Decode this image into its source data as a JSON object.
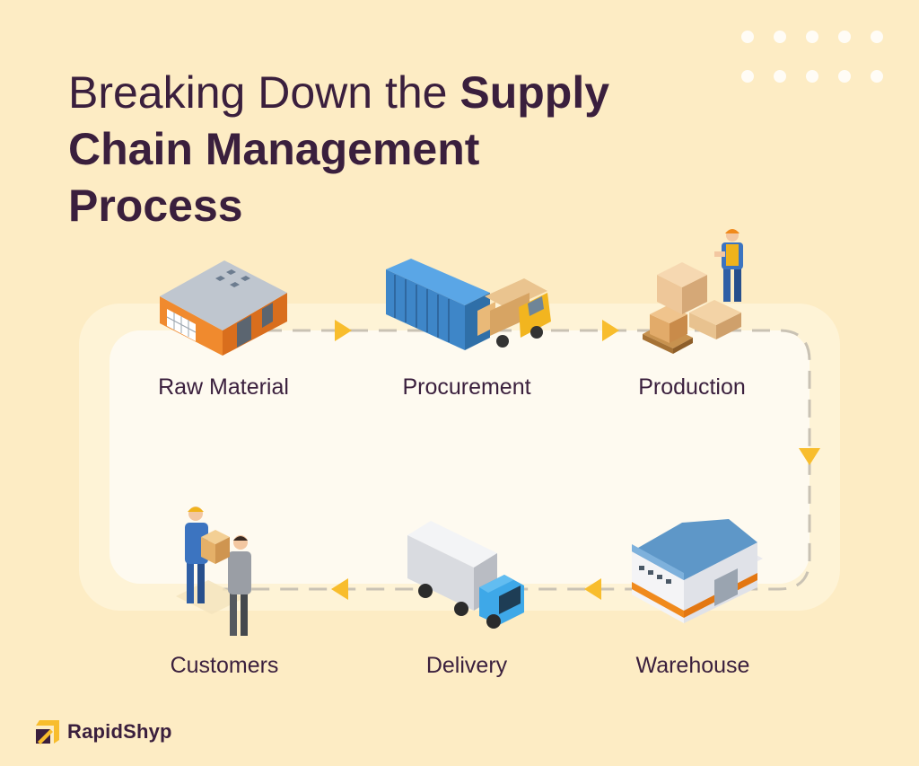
{
  "title": {
    "part_light": "Breaking Down the ",
    "part_bold_1": "Supply",
    "part_bold_2": "Chain Management",
    "part_bold_3": "Process"
  },
  "steps": [
    {
      "label": "Raw Material",
      "icon": "factory-icon"
    },
    {
      "label": "Procurement",
      "icon": "container-truck-icon"
    },
    {
      "label": "Production",
      "icon": "worker-boxes-icon"
    },
    {
      "label": "Warehouse",
      "icon": "warehouse-icon"
    },
    {
      "label": "Delivery",
      "icon": "delivery-truck-icon"
    },
    {
      "label": "Customers",
      "icon": "handover-icon"
    }
  ],
  "brand": {
    "name": "RapidShyp"
  },
  "colors": {
    "background": "#fdecc4",
    "accent": "#f8bd2d",
    "text": "#3a1f3d",
    "dashes": "#c9c2b4"
  }
}
